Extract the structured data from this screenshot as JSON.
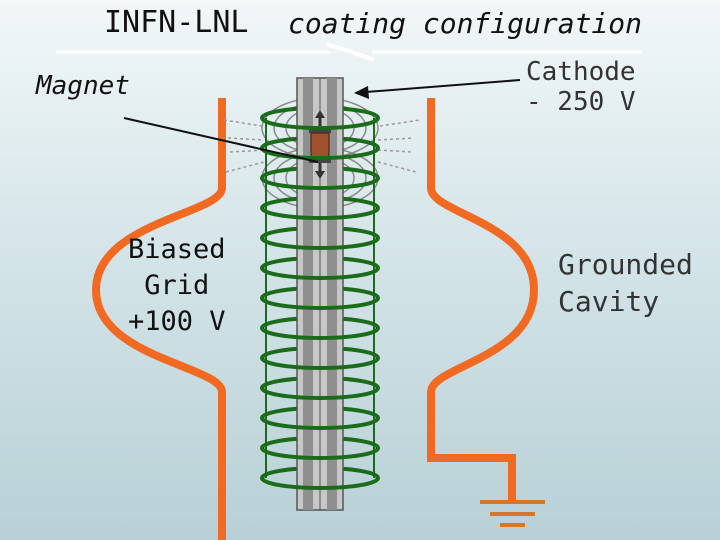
{
  "title": {
    "part1": "INFN-LNL",
    "part2": "coating configuration"
  },
  "labels": {
    "magnet": "Magnet",
    "cathode_line1": "Cathode",
    "cathode_line2": "- 250 V",
    "grid_line1": "Biased",
    "grid_line2": "Grid",
    "grid_line3": "+100 V",
    "cavity_line1": "Grounded",
    "cavity_line2": "Cavity"
  },
  "colors": {
    "cavity_wall": "#f26a22",
    "grid_coil": "#1a6b1a",
    "cathode": "#9a9a9a",
    "magnet_body": "#a0522d",
    "field_lines": "#8a8a8a",
    "ground": "#d4772a"
  }
}
